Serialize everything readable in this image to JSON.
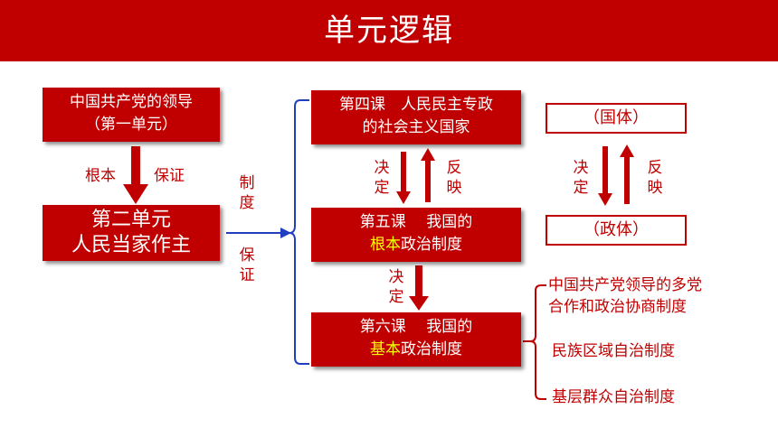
{
  "header": {
    "title": "单元逻辑"
  },
  "box_party": {
    "line1": "中国共产党的领导",
    "line2": "（第一单元）"
  },
  "label_root": "根本",
  "label_guarantee": "保证",
  "box_unit2": {
    "line1": "第二单元",
    "line2": "人民当家作主"
  },
  "label_system": [
    "制",
    "度"
  ],
  "label_ensure": [
    "保",
    "证"
  ],
  "box_lesson4": {
    "line1": "第四课　人民民主专政",
    "line2": "的社会主义国家"
  },
  "box_lesson5": {
    "line1": "第五课　 我国的",
    "highlight": "根本",
    "line2_rest": "政治制度"
  },
  "box_lesson6": {
    "line1": "第六课　 我国的",
    "highlight": "基本",
    "line2_rest": "政治制度"
  },
  "label_decide_45": [
    "决",
    "定"
  ],
  "label_reflect_45": [
    "反",
    "映"
  ],
  "label_decide_56": [
    "决",
    "定"
  ],
  "box_guoti": "（国体）",
  "box_zhengti": "（政体）",
  "label_decide_right": [
    "决",
    "定"
  ],
  "label_reflect_right": [
    "反",
    "映"
  ],
  "systems": [
    {
      "line1": "中国共产党领导的多党",
      "line2": "合作和政治协商制度"
    },
    {
      "line1": "民族区域自治制度"
    },
    {
      "line1": "基层群众自治制度"
    }
  ],
  "colors": {
    "accent": "#c00000",
    "highlight": "#ffff00",
    "bracket": "#1f3fbf"
  }
}
